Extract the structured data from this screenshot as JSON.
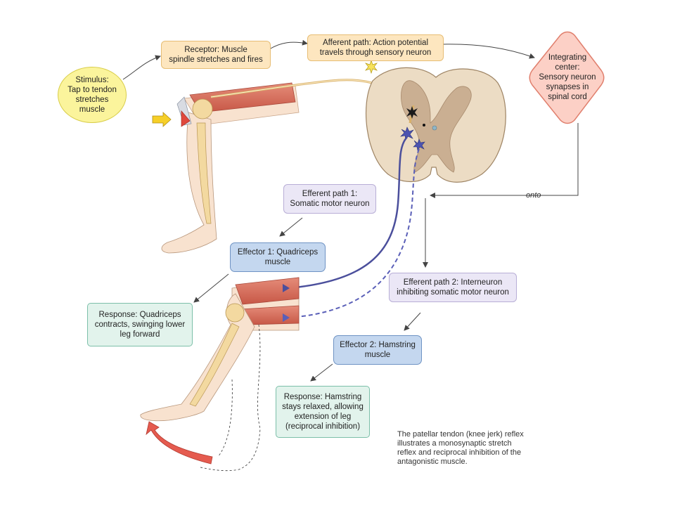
{
  "stimulus": {
    "label": "Stimulus:\nTap to tendon\nstretches muscle"
  },
  "receptor": {
    "label": "Receptor: Muscle\nspindle stretches and fires"
  },
  "afferent": {
    "label": "Afferent path: Action potential\ntravels through sensory neuron"
  },
  "integrating": {
    "label": "Integrating\ncenter:\nSensory neuron\nsynapses in\nspinal cord"
  },
  "onto_label": "onto",
  "efferent1": {
    "label": "Efferent path 1:\nSomatic motor neuron"
  },
  "effector1": {
    "label": "Effector 1: Quadriceps\nmuscle"
  },
  "response1": {
    "label": "Response: Quadriceps\ncontracts, swinging lower\nleg forward"
  },
  "efferent2": {
    "label": "Efferent path 2: Interneuron\ninhibiting somatic motor neuron"
  },
  "effector2": {
    "label": "Effector 2: Hamstring\nmuscle"
  },
  "response2": {
    "label": "Response: Hamstring\nstays relaxed, allowing\nextension of leg\n(reciprocal inhibition)"
  },
  "caption": "The patellar tendon (knee jerk) reflex\nillustrates a monosynaptic stretch\nreflex and reciprocal inhibition of the\nantagonistic muscle.",
  "colors": {
    "stimulus": "#fbf49c",
    "receptor": "#fde6bf",
    "integrating": "#fcd0c6",
    "efferent": "#ebe7f6",
    "effector": "#c4d7ef",
    "response": "#e2f3ec",
    "muscle": "#d9705f",
    "bone": "#f3d9a0",
    "skin": "#f8e2cf",
    "spinal_cord": "#e9d9c3",
    "motor_neuron": "#5a5aa8",
    "movement_arrow": "#e55b4f"
  }
}
